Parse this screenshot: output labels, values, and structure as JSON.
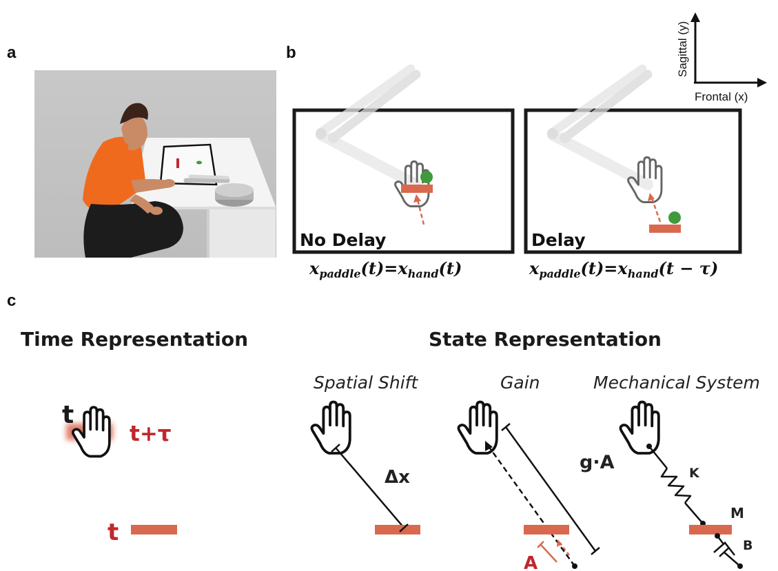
{
  "panels": {
    "a": "a",
    "b": "b",
    "c": "c"
  },
  "axes": {
    "sagittal": "Sagittal (y)",
    "frontal": "Frontal (x)"
  },
  "panel_b": {
    "no_delay": "No Delay",
    "delay": "Delay",
    "eq_left": {
      "lhs": "x",
      "lhs_sub": "paddle",
      "lhs_arg": "(t)=",
      "rhs": "x",
      "rhs_sub": "hand",
      "rhs_arg": "(t)"
    },
    "eq_right": {
      "lhs": "x",
      "lhs_sub": "paddle",
      "lhs_arg": "(t)=",
      "rhs": "x",
      "rhs_sub": "hand",
      "rhs_arg": "(t − τ)"
    }
  },
  "panel_c": {
    "time_title": "Time Representation",
    "state_title": "State Representation",
    "time_t": "t",
    "time_t_tau": "t+τ",
    "time_t_bottom": "t",
    "spatial_shift": "Spatial Shift",
    "delta_x": "Δx",
    "gain": "Gain",
    "g_a": "g·A",
    "a_label": "A",
    "mechanical": "Mechanical System",
    "k": "K",
    "m": "M",
    "b": "B"
  },
  "colors": {
    "paddle": "#d9694e",
    "accent_red": "#c0282d",
    "ball": "#3e9a3a",
    "shirt": "#f06a1e"
  }
}
